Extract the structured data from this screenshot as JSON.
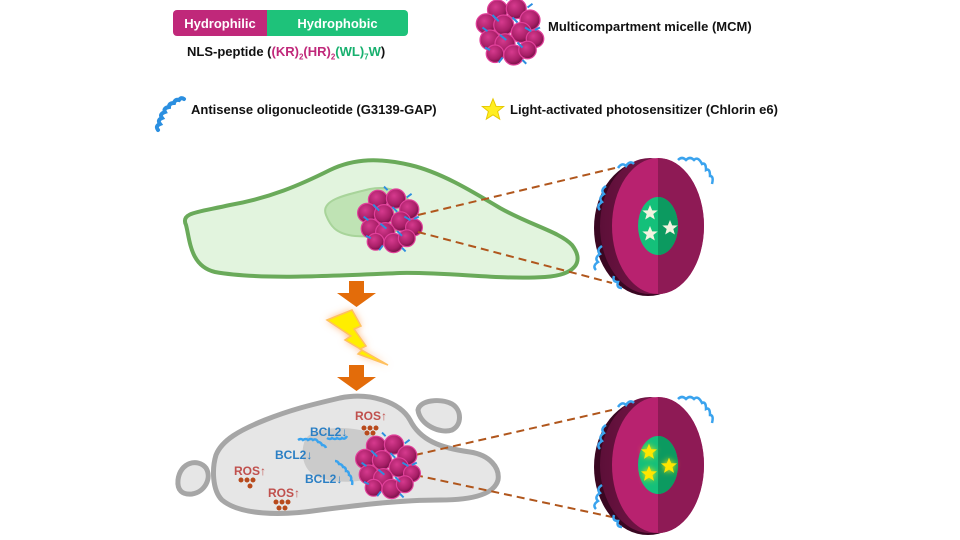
{
  "legend": {
    "bar": {
      "hydrophilic": "Hydrophilic",
      "hydrophobic": "Hydrophobic"
    },
    "nls_peptide": {
      "prefix": "NLS-peptide (",
      "seg1": "(KR)",
      "sub1": "2",
      "seg2": "(HR)",
      "sub2": "2",
      "seg3": "(WL)",
      "sub3": "7",
      "seg4": "W",
      "suffix": ")"
    },
    "mcm": "Multicompartment  micelle (MCM)",
    "antisense": "Antisense oligonucleotide (G3139-GAP)",
    "photosensitizer": "Light-activated photosensitizer (Chlorin e6)"
  },
  "lower_cell": {
    "ros_labels": [
      "ROS",
      "ROS",
      "ROS"
    ],
    "ros_arrow": "↑",
    "bcl2_labels": [
      "BCL2",
      "BCL2",
      "BCL2"
    ],
    "bcl2_arrow": "↓"
  },
  "colors": {
    "hydrophilic": "#c0287a",
    "hydrophobic": "#1ec27a",
    "healthy_cell_fill": "#e2f4de",
    "healthy_cell_stroke": "#6aaa5a",
    "damaged_cell_fill": "#e6e6e6",
    "damaged_cell_stroke": "#a6a6a6",
    "arrow": "#e36c0a",
    "ros": "#c0504d",
    "bcl2": "#2b7fc4",
    "oligo": "#3fa0e6",
    "star_active": "#ffe600",
    "star_inactive": "#f3f3e0",
    "dashed_line": "#b0561c"
  }
}
